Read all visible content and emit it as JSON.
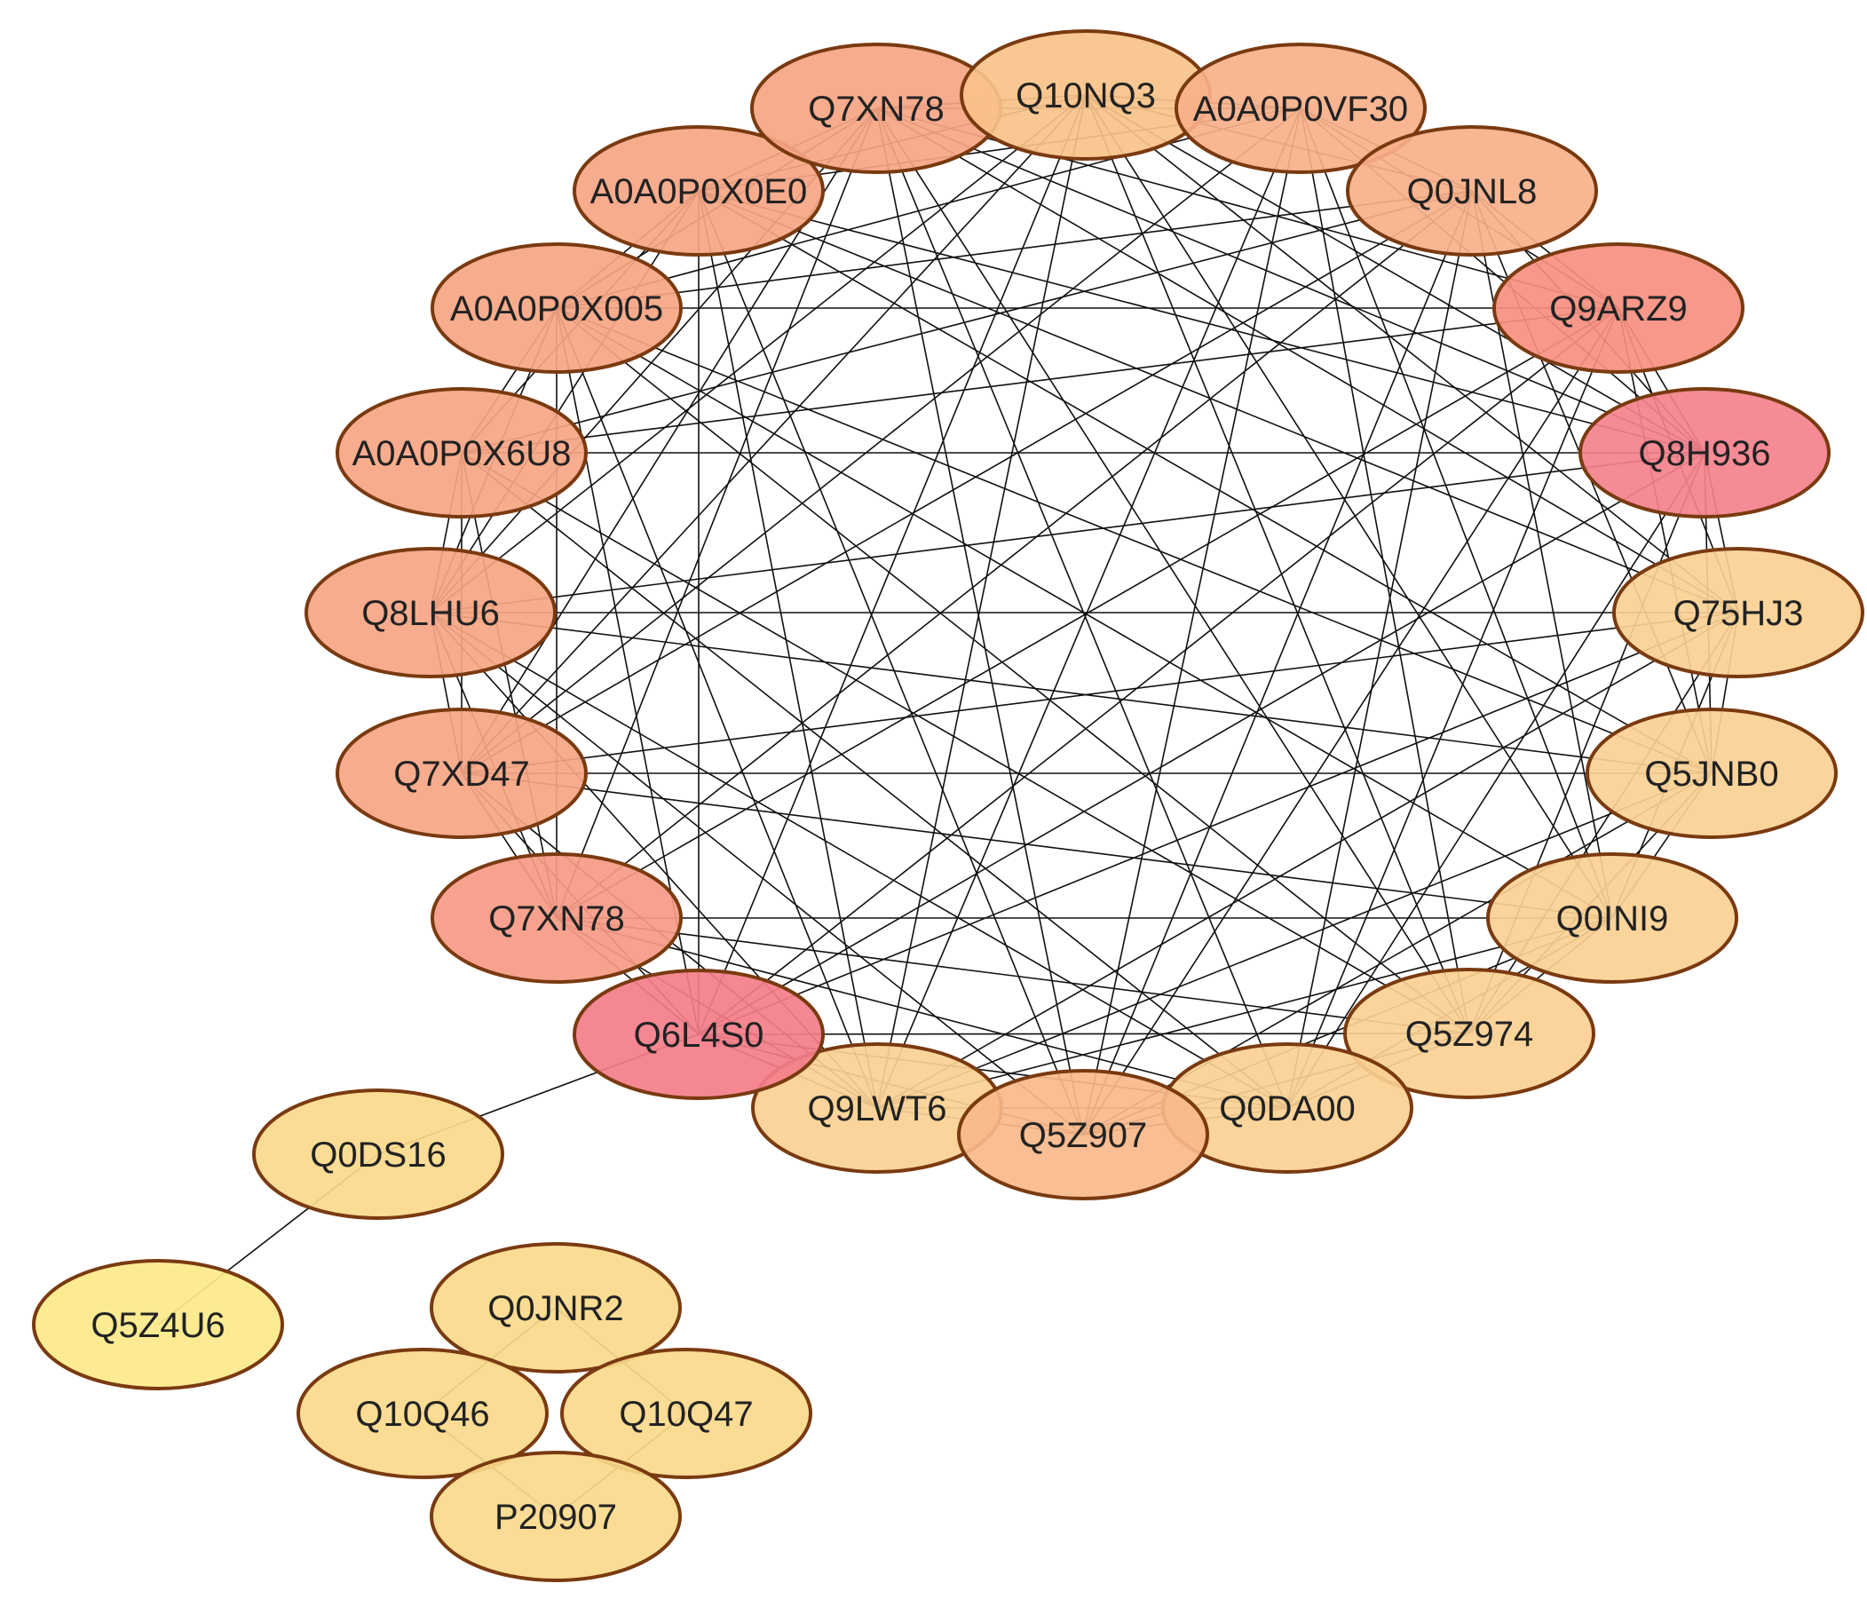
{
  "network": {
    "nodes": [
      {
        "id": "n1",
        "label": "Q10NQ3",
        "color": "#f8c289"
      },
      {
        "id": "n2",
        "label": "A0A0P0VF30",
        "color": "#f8b08a"
      },
      {
        "id": "n3",
        "label": "Q0JNL8",
        "color": "#f8b08a"
      },
      {
        "id": "n4",
        "label": "Q9ARZ9",
        "color": "#f68f80"
      },
      {
        "id": "n5",
        "label": "Q8H936",
        "color": "#f4818c"
      },
      {
        "id": "n6",
        "label": "Q75HJ3",
        "color": "#fad093"
      },
      {
        "id": "n7",
        "label": "Q5JNB0",
        "color": "#fad093"
      },
      {
        "id": "n8",
        "label": "Q0INI9",
        "color": "#fad093"
      },
      {
        "id": "n9",
        "label": "Q5Z974",
        "color": "#fad093"
      },
      {
        "id": "n10",
        "label": "Q0DA00",
        "color": "#fad093"
      },
      {
        "id": "n11",
        "label": "Q5Z907",
        "color": "#f8b88a"
      },
      {
        "id": "n12",
        "label": "Q9LWT6",
        "color": "#fad093"
      },
      {
        "id": "n13",
        "label": "Q6L4S0",
        "color": "#f47d8a"
      },
      {
        "id": "n14",
        "label": "Q7XN78",
        "color": "#f69a86"
      },
      {
        "id": "n15",
        "label": "Q7XD47",
        "color": "#f6a584"
      },
      {
        "id": "n16",
        "label": "Q8LHU6",
        "color": "#f6a584"
      },
      {
        "id": "n17",
        "label": "A0A0P0X6U8",
        "color": "#f6a584"
      },
      {
        "id": "n18",
        "label": "A0A0P0X005",
        "color": "#f6a584"
      },
      {
        "id": "n19",
        "label": "A0A0P0X0E0",
        "color": "#f6a584"
      },
      {
        "id": "n20",
        "label": "Q7XN78",
        "color": "#f6a584"
      },
      {
        "id": "n21",
        "label": "Q0DS16",
        "color": "#fad98b"
      },
      {
        "id": "n22",
        "label": "Q5Z4U6",
        "color": "#fce98a"
      },
      {
        "id": "n23",
        "label": "Q0JNR2",
        "color": "#fad98b"
      },
      {
        "id": "n24",
        "label": "Q10Q46",
        "color": "#fad98b"
      },
      {
        "id": "n25",
        "label": "Q10Q47",
        "color": "#fad98b"
      },
      {
        "id": "n26",
        "label": "P20907",
        "color": "#fad98b"
      }
    ],
    "edges": [
      [
        "n13",
        "n21"
      ],
      [
        "n21",
        "n22"
      ],
      [
        "n23",
        "n24"
      ],
      [
        "n23",
        "n25"
      ],
      [
        "n24",
        "n26"
      ],
      [
        "n25",
        "n26"
      ]
    ],
    "colors": {
      "node_stroke": "#7a3a10",
      "edge": "#111111",
      "background": "#ffffff"
    }
  }
}
